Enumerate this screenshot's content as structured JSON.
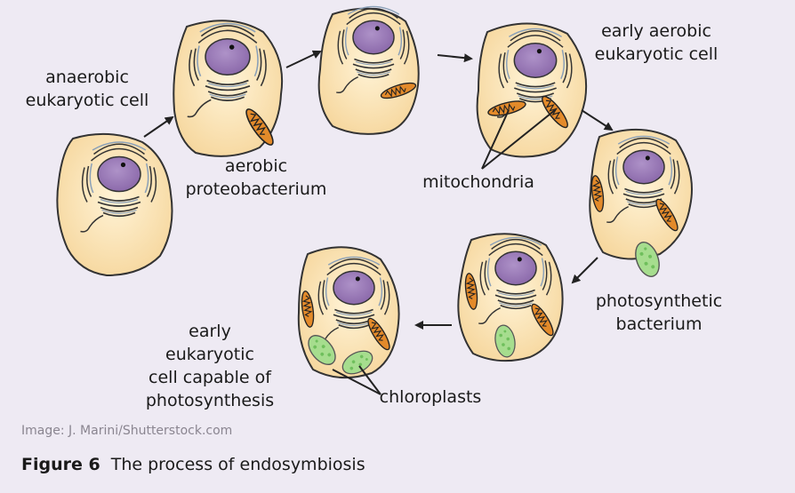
{
  "labels": {
    "anaerobic": "anaerobic\neukaryotic cell",
    "aerobic_proteobacterium": "aerobic\nproteobacterium",
    "early_aerobic": "early aerobic\neukaryotic cell",
    "mitochondria": "mitochondria",
    "photosynthetic_bacterium": "photosynthetic\nbacterium",
    "early_photosynthesis": "early eukaryotic\ncell capable of\nphotosynthesis",
    "chloroplasts": "chloroplasts"
  },
  "credit": "Image: J. Marini/Shutterstock.com",
  "caption": {
    "figure_number": "Figure 6",
    "text": "The process of endosymbiosis"
  },
  "colors": {
    "background": "#eeeaf3",
    "cytoplasm": "#fbe7bd",
    "nucleus": "#9b7bb8",
    "membrane": "#333333",
    "mitochondrion": "#e38a2a",
    "chloroplast": "#9fdc8c"
  }
}
